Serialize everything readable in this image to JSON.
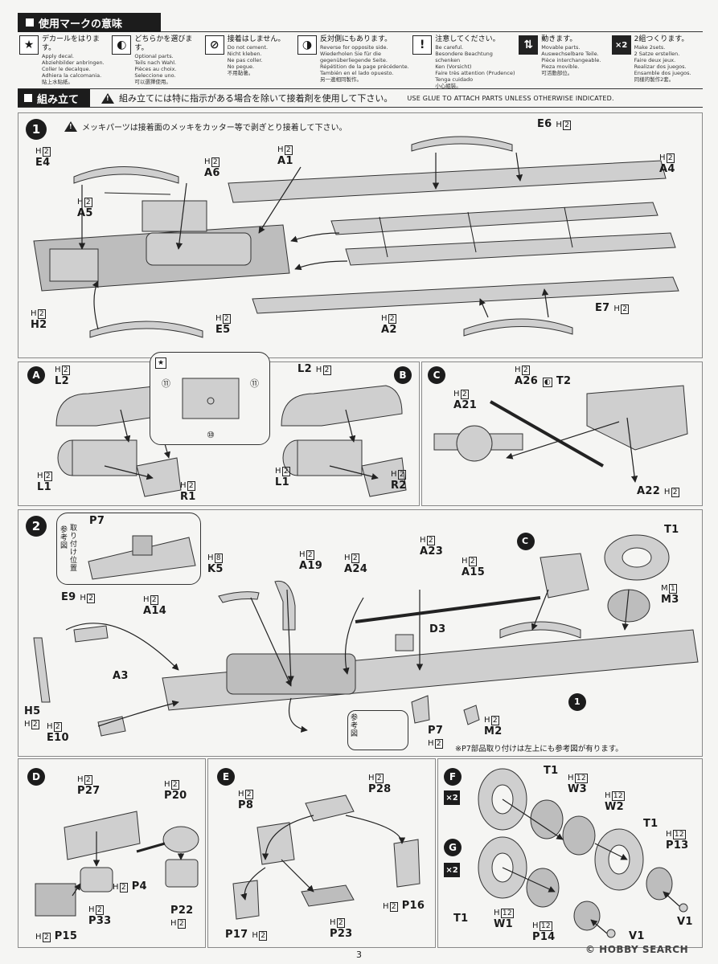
{
  "legend_header": "使用マークの意味",
  "legend": [
    {
      "icon": "star-decal-icon",
      "glyph": "★",
      "jp": "デカールをはります。",
      "lines": [
        "Apply decal.",
        "Abziehbilder anbringen.",
        "Coller le decalque.",
        "Adhiera la calcomania.",
        "貼上水貼紙。"
      ]
    },
    {
      "icon": "optional-parts-icon",
      "glyph": "◐",
      "jp": "どちらかを選びます。",
      "lines": [
        "Optional parts.",
        "Teils nach Wahl.",
        "Pièces au choix.",
        "Seleccione uno.",
        "可以選擇使用。"
      ]
    },
    {
      "icon": "no-cement-icon",
      "glyph": "⊘",
      "jp": "接着はしません。",
      "lines": [
        "Do not cement.",
        "Nicht kleben.",
        "Ne pas coller.",
        "No pegue.",
        "不用黏著。"
      ]
    },
    {
      "icon": "opposite-side-icon",
      "glyph": "◑",
      "jp": "反対側にもあります。",
      "lines": [
        "Reverse for opposite side.",
        "Wiederholen Sie für die gegenüberliegende Seite.",
        "Répétition de la page précédente.",
        "También en el lado opuesto.",
        "另一邊相同製作。"
      ]
    },
    {
      "icon": "caution-icon",
      "glyph": "!",
      "jp": "注意してください。",
      "lines": [
        "Be careful.",
        "Besondere Beachtung schenken",
        "Ken (Vorsicht)",
        "Faire très attention (Prudence)",
        "Tenga cuidado",
        "小心組裝。"
      ]
    },
    {
      "icon": "movable-icon",
      "glyph": "⇅",
      "jp": "動きます。",
      "lines": [
        "Movable parts.",
        "Auswechselbare Teile.",
        "Pièce interchangeable.",
        "Pieza movible.",
        "可活動部位。"
      ]
    },
    {
      "icon": "make-two-icon",
      "glyph": "×2",
      "jp": "2組つくります。",
      "lines": [
        "Make 2sets.",
        "2 Satze erstellen.",
        "Faire deux jeux.",
        "Realizar dos juegos.",
        "Ensamble dos juegos.",
        "同樣的製作2套。"
      ]
    }
  ],
  "assembly_header": "組み立て",
  "assembly_warning_jp": "組み立てには特に指示がある場合を除いて接着剤を使用して下さい。",
  "assembly_warning_en": "USE GLUE TO ATTACH PARTS UNLESS OTHERWISE INDICATED.",
  "step1": {
    "num": "1",
    "note": "メッキパーツは接着面のメッキをカッター等で剥ぎとり接着して下さい。",
    "labels": [
      "E4",
      "A5",
      "A6",
      "H2",
      "E5",
      "A1",
      "E6",
      "A4",
      "A2",
      "E7"
    ]
  },
  "stepA": {
    "num": "A",
    "labels": [
      "L2",
      "L1",
      "R1"
    ]
  },
  "stepB": {
    "num": "B",
    "labels": [
      "L2",
      "L1",
      "R2"
    ]
  },
  "stepC": {
    "num": "C",
    "labels": [
      "A21",
      "A26",
      "T2",
      "A22"
    ]
  },
  "inset_decals": [
    "⑪",
    "⑪",
    "⑩"
  ],
  "step2": {
    "num": "2",
    "ref_label": "参考図",
    "ref_side": "取り付け位置",
    "ref_part": "P7",
    "labels": [
      "K5",
      "A19",
      "A24",
      "A23",
      "A15",
      "T1",
      "M3",
      "E9",
      "A14",
      "A3",
      "H5",
      "E10",
      "D3",
      "P7",
      "M2"
    ],
    "ref2": "参考図",
    "note": "※P7部品取り付けは左上にも参考図が有ります。"
  },
  "stepD": {
    "num": "D",
    "labels": [
      "P27",
      "P20",
      "P4",
      "P33",
      "P22",
      "P15"
    ]
  },
  "stepE": {
    "num": "E",
    "labels": [
      "P28",
      "P8",
      "P16",
      "P17",
      "P23"
    ]
  },
  "stepF": {
    "num": "F",
    "x2": "×2",
    "labels": [
      "T1",
      "W3",
      "W2"
    ]
  },
  "stepG": {
    "num": "G",
    "x2": "×2",
    "labels": [
      "T1",
      "P13",
      "T1",
      "W1",
      "P14",
      "V1",
      "V1"
    ]
  },
  "runner_tags": {
    "h": "H",
    "h2": "2",
    "h8": "8",
    "h12": "12",
    "m": "M"
  },
  "page_number": "3",
  "watermark": "© HOBBY SEARCH"
}
